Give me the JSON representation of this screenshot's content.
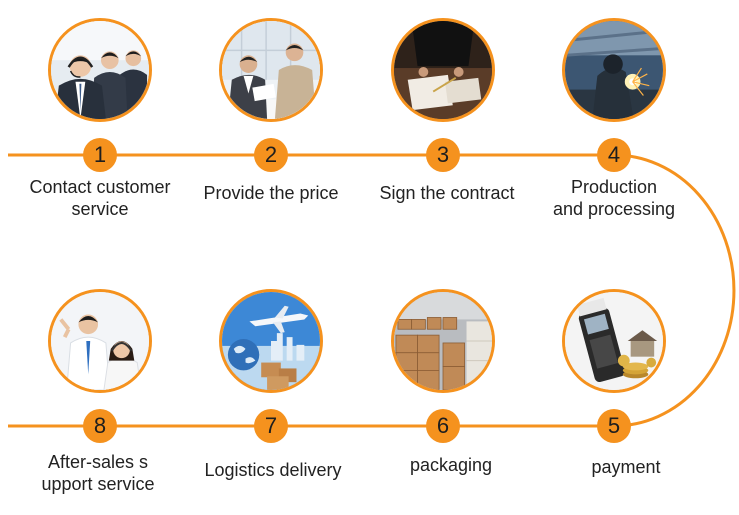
{
  "colors": {
    "accent": "#F5921E",
    "text": "#222222",
    "number_text": "#1E1E1E",
    "background": "#FFFFFF"
  },
  "steps": [
    {
      "number": "1",
      "label_lines": [
        "Contact customer",
        "service"
      ]
    },
    {
      "number": "2",
      "label_lines": [
        "Provide the price"
      ]
    },
    {
      "number": "3",
      "label_lines": [
        "Sign the contract"
      ]
    },
    {
      "number": "4",
      "label_lines": [
        "Production",
        "and processing"
      ]
    },
    {
      "number": "5",
      "label_lines": [
        "payment"
      ]
    },
    {
      "number": "6",
      "label_lines": [
        "packaging"
      ]
    },
    {
      "number": "7",
      "label_lines": [
        "Logistics delivery"
      ]
    },
    {
      "number": "8",
      "label_lines": [
        "After-sales s",
        "upport service"
      ]
    }
  ]
}
